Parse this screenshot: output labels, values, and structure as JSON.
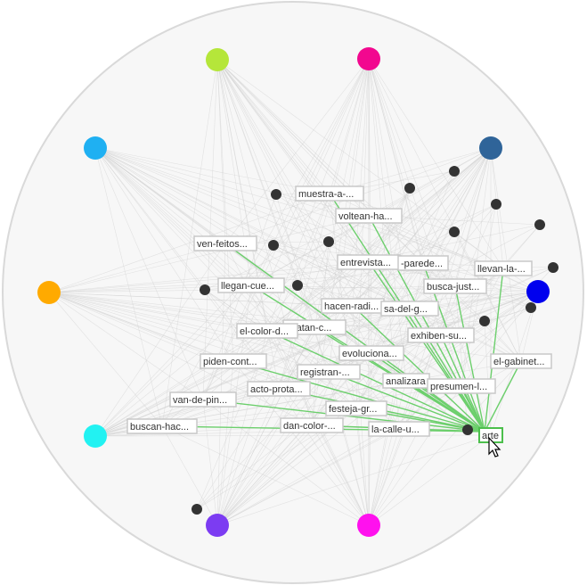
{
  "graph": {
    "selected_term": "arte",
    "colors": {
      "border": "#d9d9d9",
      "background": "#f7f7f7",
      "faint_edge": "#cfcfcf",
      "highlight_edge": "#6ccf6c",
      "term_node": "#333333",
      "label_border": "#c8c8c8",
      "selected_border": "#4cbf4c"
    },
    "categories": [
      {
        "id": "cat-lime",
        "color": "#b5e63a"
      },
      {
        "id": "cat-magenta",
        "color": "#f2088f"
      },
      {
        "id": "cat-lightblue",
        "color": "#1fb0f2"
      },
      {
        "id": "cat-steelblue",
        "color": "#2f6499"
      },
      {
        "id": "cat-orange",
        "color": "#ffaa00"
      },
      {
        "id": "cat-blue",
        "color": "#0000ee"
      },
      {
        "id": "cat-cyan",
        "color": "#22f2f2"
      },
      {
        "id": "cat-violet",
        "color": "#7c3cf2"
      },
      {
        "id": "cat-pink",
        "color": "#ff11ee"
      }
    ],
    "labels": [
      {
        "id": "muestra",
        "text": "muestra-a-..."
      },
      {
        "id": "voltean",
        "text": "voltean-ha..."
      },
      {
        "id": "ven-feitos",
        "text": "ven-feitos..."
      },
      {
        "id": "entrevista",
        "text": "entrevista..."
      },
      {
        "id": "parede",
        "text": "-parede..."
      },
      {
        "id": "llevan",
        "text": "llevan-la-..."
      },
      {
        "id": "llegan",
        "text": "llegan-cue..."
      },
      {
        "id": "busca-just",
        "text": "busca-just..."
      },
      {
        "id": "hacen-radi",
        "text": "hacen-radi..."
      },
      {
        "id": "sa-del-g",
        "text": "sa-del-g..."
      },
      {
        "id": "ecatan",
        "text": "ecatan-c..."
      },
      {
        "id": "el-color",
        "text": "el-color-d..."
      },
      {
        "id": "exhiben",
        "text": "exhiben-su..."
      },
      {
        "id": "evoluciona",
        "text": "evoluciona..."
      },
      {
        "id": "piden",
        "text": "piden-cont..."
      },
      {
        "id": "el-gabinet",
        "text": "el-gabinet..."
      },
      {
        "id": "registran",
        "text": "registran-..."
      },
      {
        "id": "analizara",
        "text": "analizara"
      },
      {
        "id": "acto",
        "text": "acto-prota..."
      },
      {
        "id": "presumen",
        "text": "presumen-l..."
      },
      {
        "id": "van-de-pin",
        "text": "van-de-pin..."
      },
      {
        "id": "festeja",
        "text": "festeja-gr..."
      },
      {
        "id": "buscan-hac",
        "text": "buscan-hac..."
      },
      {
        "id": "dan-color",
        "text": "dan-color-..."
      },
      {
        "id": "la-calle",
        "text": "la-calle-u..."
      },
      {
        "id": "arte",
        "text": "arte"
      }
    ]
  }
}
